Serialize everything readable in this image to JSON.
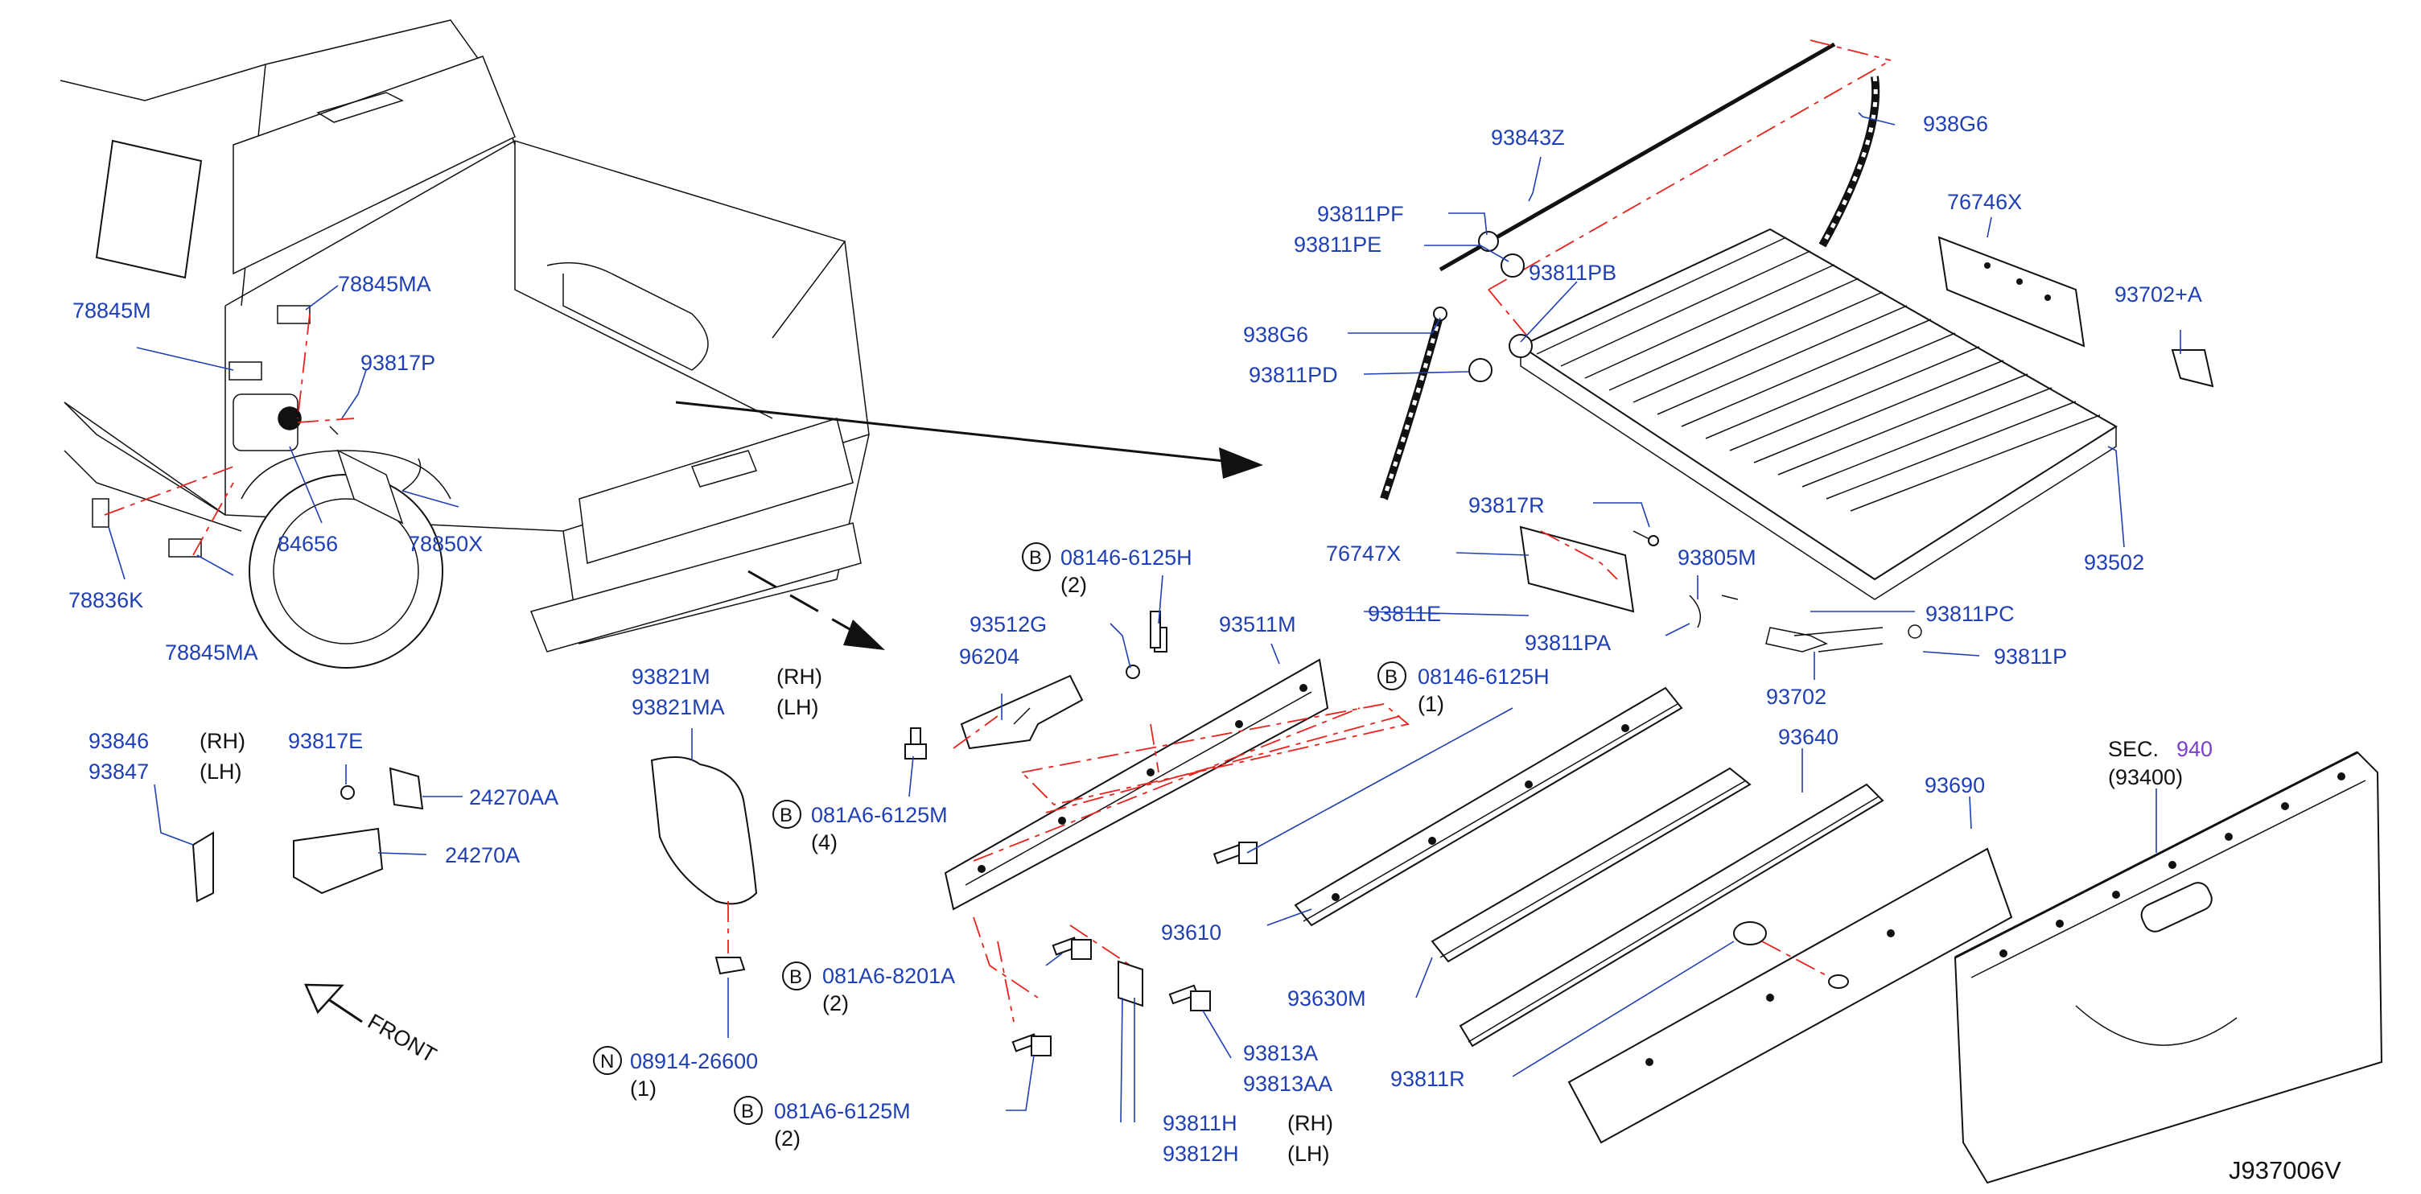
{
  "diagram_id": "J937006V",
  "labels": {
    "p78845M": "78845M",
    "p78845MA_top": "78845MA",
    "p93817P": "93817P",
    "p84656": "84656",
    "p78850X": "78850X",
    "p78836K": "78836K",
    "p78845MA_bot": "78845MA",
    "p93846": "93846",
    "p93847": "93847",
    "rh": "(RH)",
    "lh": "(LH)",
    "p93817E": "93817E",
    "p24270AA": "24270AA",
    "p24270A": "24270A",
    "front": "FRONT",
    "p93821M": "93821M",
    "p93821MA": "93821MA",
    "p08914": "08914-26600",
    "q1": "(1)",
    "q2": "(2)",
    "q4": "(4)",
    "b_letter": "B",
    "n_letter": "N",
    "p08146_a": "08146-6125H",
    "p08146_b": "08146-6125H",
    "p081A6_6125M_a": "081A6-6125M",
    "p081A6_8201A": "081A6-8201A",
    "p081A6_6125M_b": "081A6-6125M",
    "p93512G": "93512G",
    "p96204": "96204",
    "p93511M": "93511M",
    "p93813A": "93813A",
    "p93813AA": "93813AA",
    "p93811H": "93811H",
    "p93812H": "93812H",
    "p93610": "93610",
    "p93630M": "93630M",
    "p93811R": "93811R",
    "p93640": "93640",
    "p93690": "93690",
    "sec": "SEC.",
    "sec_num": "940",
    "p93400": "(93400)",
    "p93843Z": "93843Z",
    "p938G6_a": "938G6",
    "p938G6_b": "938G6",
    "p76746X": "76746X",
    "p93702A": "93702+A",
    "p93811PF": "93811PF",
    "p93811PE": "93811PE",
    "p93811PB": "93811PB",
    "p93811PD": "93811PD",
    "p93502": "93502",
    "p93817R": "93817R",
    "p76747X": "76747X",
    "p93805M": "93805M",
    "p93811E": "93811E",
    "p93811PA": "93811PA",
    "p93811PC": "93811PC",
    "p93811P": "93811P",
    "p93702": "93702"
  }
}
